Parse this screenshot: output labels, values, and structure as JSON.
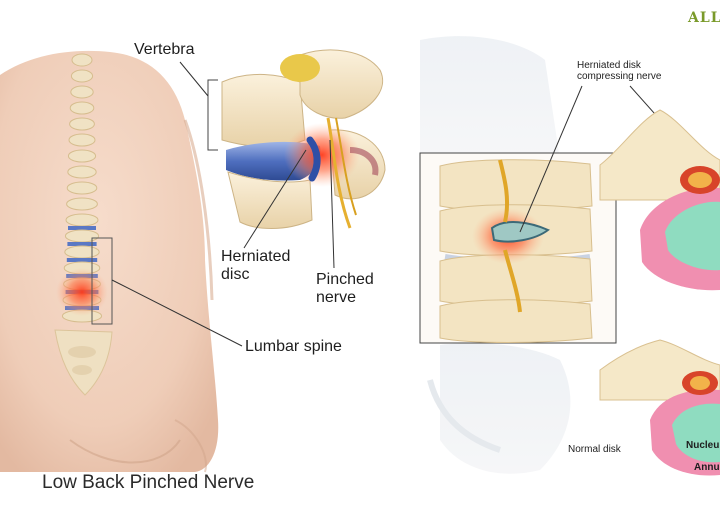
{
  "brand": "ALL",
  "labels": {
    "vertebra": "Vertebra",
    "herniated_disc_1": "Herniated",
    "herniated_disc_2": "disc",
    "pinched_nerve_1": "Pinched",
    "pinched_nerve_2": "nerve",
    "lumbar_spine": "Lumbar spine",
    "herniated_disk_compressing_1": "Herniated disk",
    "herniated_disk_compressing_2": "compressing nerve",
    "normal_disk": "Normal disk",
    "nucleus": "Nucleu",
    "annulus": "Annu",
    "title": "Low Back Pinched Nerve"
  },
  "colors": {
    "skin": "#f2d2bf",
    "bone": "#f3e6c8",
    "disc_blue": "#4f6fbf",
    "inflamed_red": "#e0402a",
    "nerve_yellow": "#e8b830",
    "disc_pink": "#e89ab4",
    "nucleus_green": "#8fdcc0",
    "brand_green": "#7a9a2a"
  }
}
